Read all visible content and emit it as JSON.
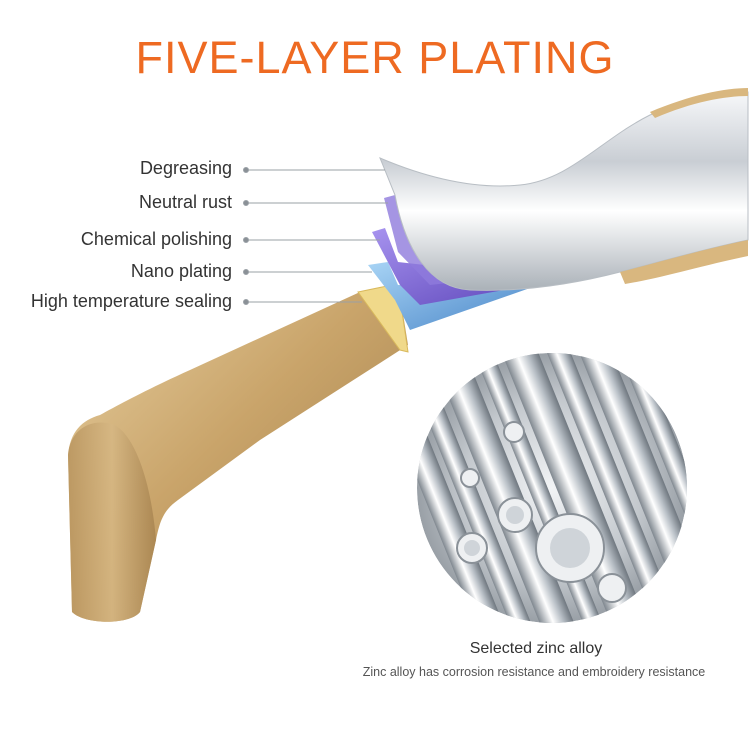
{
  "title": "FIVE-LAYER PLATING",
  "layers": [
    {
      "label": "Degreasing"
    },
    {
      "label": "Neutral rust"
    },
    {
      "label": "Chemical polishing"
    },
    {
      "label": "Nano plating"
    },
    {
      "label": "High temperature sealing"
    }
  ],
  "material": {
    "name": "Selected zinc alloy",
    "description": "Zinc alloy has corrosion resistance and embroidery resistance"
  },
  "colors": {
    "title": "#ee6a22",
    "handle_gold": "#c9a46a",
    "chrome": "#d8dde2",
    "layer_violet": "#7d62d6",
    "layer_blue": "#5a98d8",
    "layer_yellow": "#f0d98a"
  }
}
